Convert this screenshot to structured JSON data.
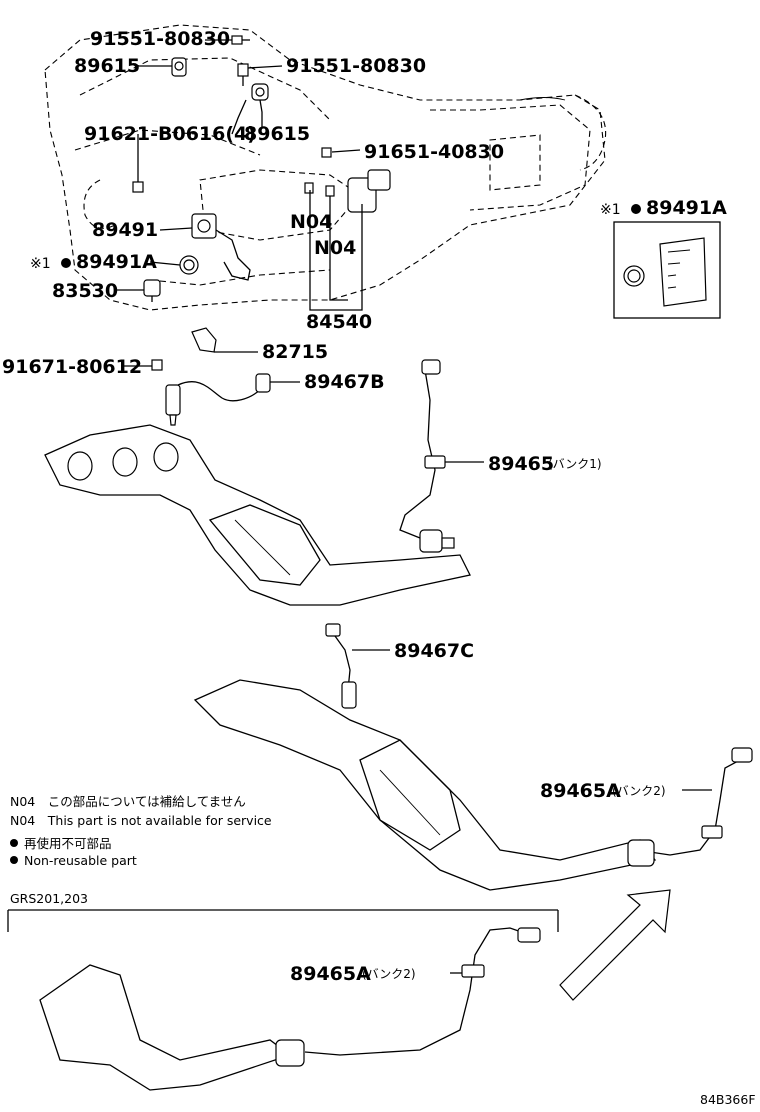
{
  "labels": {
    "bolt_top": "91551-80830",
    "sensor_89615_a": "89615",
    "bolt_right": "91551-80830",
    "bolt_91621": "91621-B0616(4)",
    "sensor_89615_b": "89615",
    "bolt_91651": "91651-40830",
    "n04_a": "N04",
    "n04_b": "N04",
    "sensor_89491": "89491",
    "gasket_89491a": "89491A",
    "gasket_89491a_inset": "89491A",
    "sensor_83530": "83530",
    "sensor_84540": "84540",
    "bolt_91671": "91671-80612",
    "bracket_82715": "82715",
    "o2_89467b": "89467B",
    "o2_89465": "89465",
    "o2_89465_note": "(バンク1)",
    "o2_89467c": "89467C",
    "o2_89465a": "89465A",
    "o2_89465a_note": "(バンク2)",
    "o2_89465a_lower": "89465A",
    "o2_89465a_lower_note": "(バンク2)",
    "ref_mark_1": "※1",
    "ref_mark_2": "※1"
  },
  "legend": {
    "n04_ja": "N04　この部品については補給してません",
    "n04_en": "N04　This part is not available for service",
    "nonreuse_ja": "再使用不可部品",
    "nonreuse_en": "Non-reusable part"
  },
  "variant": "GRS201,203",
  "illustration_code": "84B366F"
}
